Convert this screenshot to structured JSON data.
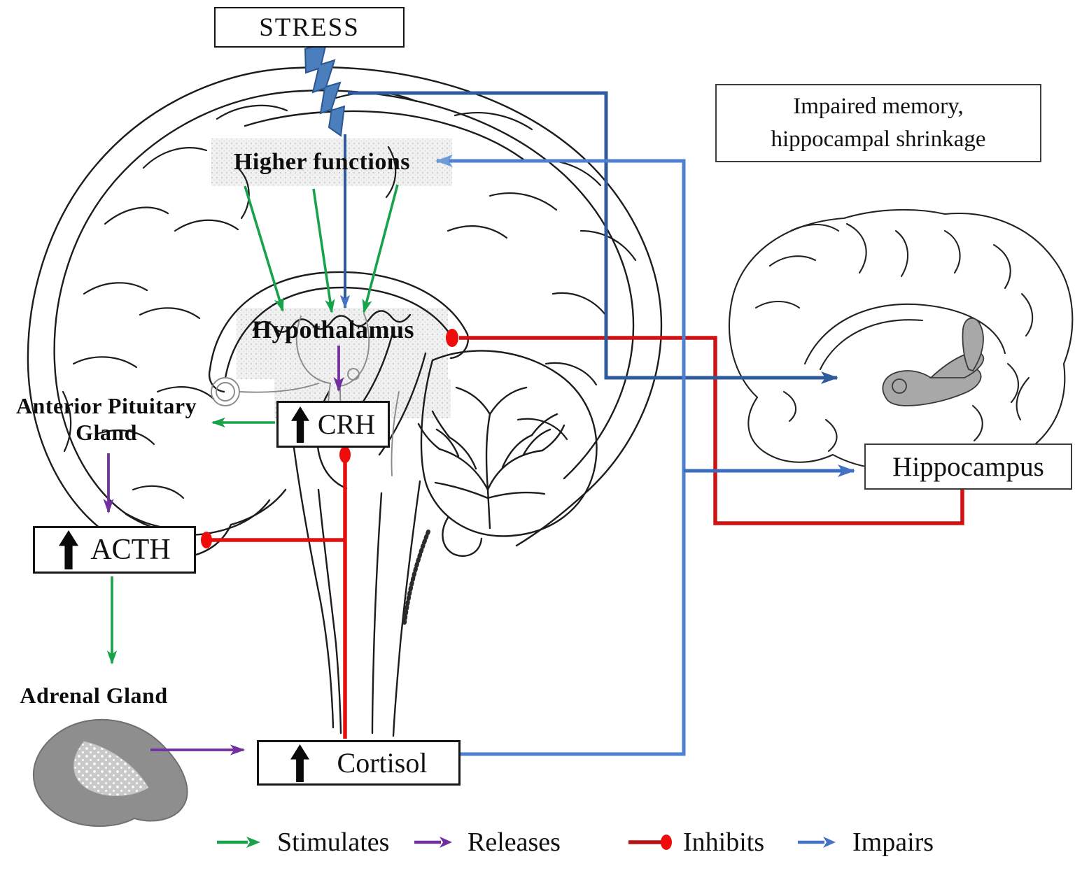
{
  "boxes": {
    "stress": "STRESS",
    "crh": "CRH",
    "acth": "ACTH",
    "cortisol": "Cortisol",
    "hippocampus": "Hippocampus",
    "impaired_memory": {
      "line1": "Impaired memory,",
      "line2": "hippocampal shrinkage"
    }
  },
  "labels": {
    "higher_functions": "Higher functions",
    "hypothalamus": "Hypothalamus",
    "anterior_pituitary": {
      "line1": "Anterior Pituitary",
      "line2": "Gland"
    },
    "adrenal_gland": "Adrenal Gland"
  },
  "legend": {
    "items": [
      {
        "name": "stimulates",
        "label": "Stimulates",
        "color": "#18a24b"
      },
      {
        "name": "releases",
        "label": "Releases",
        "color": "#7030a0"
      },
      {
        "name": "inhibits",
        "label": "Inhibits",
        "color": "#e31010"
      },
      {
        "name": "impairs",
        "label": "Impairs",
        "color": "#4472c4"
      }
    ]
  },
  "colors": {
    "stimulates_green": "#18a24b",
    "releases_purple": "#7030a0",
    "inhibits_red": "#e31010",
    "impairs_blue": "#4472c4",
    "stress_bolt_blue": "#4a7ebc",
    "stress_line_blue": "#2e5b9c",
    "hippocampus_gray": "#a8a8a8",
    "adrenal_gray": "#8e8e8e"
  },
  "pathways": [
    {
      "from": "STRESS",
      "to": "Hypothalamus",
      "type": "stress input"
    },
    {
      "from": "STRESS",
      "to": "Hippocampus (brain)",
      "type": "impairs"
    },
    {
      "from": "Higher functions",
      "to": "Hypothalamus",
      "type": "stimulates"
    },
    {
      "from": "Hypothalamus",
      "to": "CRH",
      "type": "releases"
    },
    {
      "from": "CRH",
      "to": "Anterior Pituitary Gland",
      "type": "stimulates"
    },
    {
      "from": "Anterior Pituitary Gland",
      "to": "ACTH",
      "type": "releases"
    },
    {
      "from": "ACTH",
      "to": "Adrenal Gland",
      "type": "stimulates"
    },
    {
      "from": "Adrenal Gland",
      "to": "Cortisol",
      "type": "releases"
    },
    {
      "from": "Cortisol",
      "to": "CRH",
      "type": "inhibits"
    },
    {
      "from": "Cortisol",
      "to": "ACTH",
      "type": "inhibits"
    },
    {
      "from": "Cortisol",
      "to": "Higher functions",
      "type": "impairs"
    },
    {
      "from": "Cortisol",
      "to": "Hippocampus",
      "type": "impairs"
    },
    {
      "from": "Hippocampus",
      "to": "Hypothalamus",
      "type": "inhibits"
    }
  ]
}
